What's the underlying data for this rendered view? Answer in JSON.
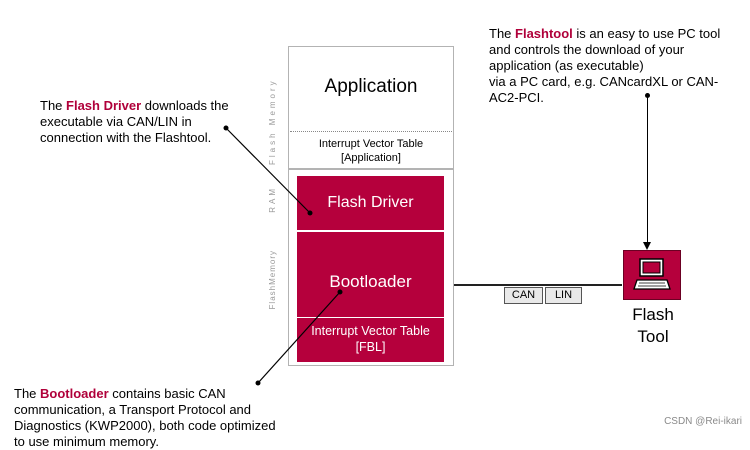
{
  "callouts": {
    "flashtool": {
      "highlight": "Flashtool",
      "before": "The ",
      "after": " is an easy to use PC tool\nand controls the download of your\napplication (as executable)\nvia a PC card, e.g. CANcardXL or CAN-\nAC2-PCI."
    },
    "flash_driver": {
      "highlight": "Flash Driver",
      "before": "The ",
      "after": " downloads the\nexecutable via CAN/LIN in\nconnection with the Flashtool."
    },
    "bootloader": {
      "highlight": "Bootloader",
      "before": "The ",
      "after": " contains basic CAN\ncommunication, a Transport Protocol and\nDiagnostics (KWP2000), both code optimized\nto use minimum memory."
    }
  },
  "memory": {
    "application_label": "Application",
    "ivt_app_label": "Interrupt Vector Table\n[Application]",
    "flash_driver_label": "Flash Driver",
    "bootloader_label": "Bootloader",
    "ivt_fbl_label": "Interrupt Vector Table\n[FBL]",
    "side_label_flash_top": "Flash Memory",
    "side_label_ram": "RAM",
    "side_label_flash_bottom": "FlashMemory"
  },
  "bus": {
    "can_label": "CAN",
    "lin_label": "LIN"
  },
  "flash_tool": {
    "label": "Flash\nTool"
  },
  "watermark": "CSDN @Rei-ikari",
  "colors": {
    "accent": "#b5003c",
    "highlight_text": "#b0003a",
    "border": "#b3b3b3"
  }
}
